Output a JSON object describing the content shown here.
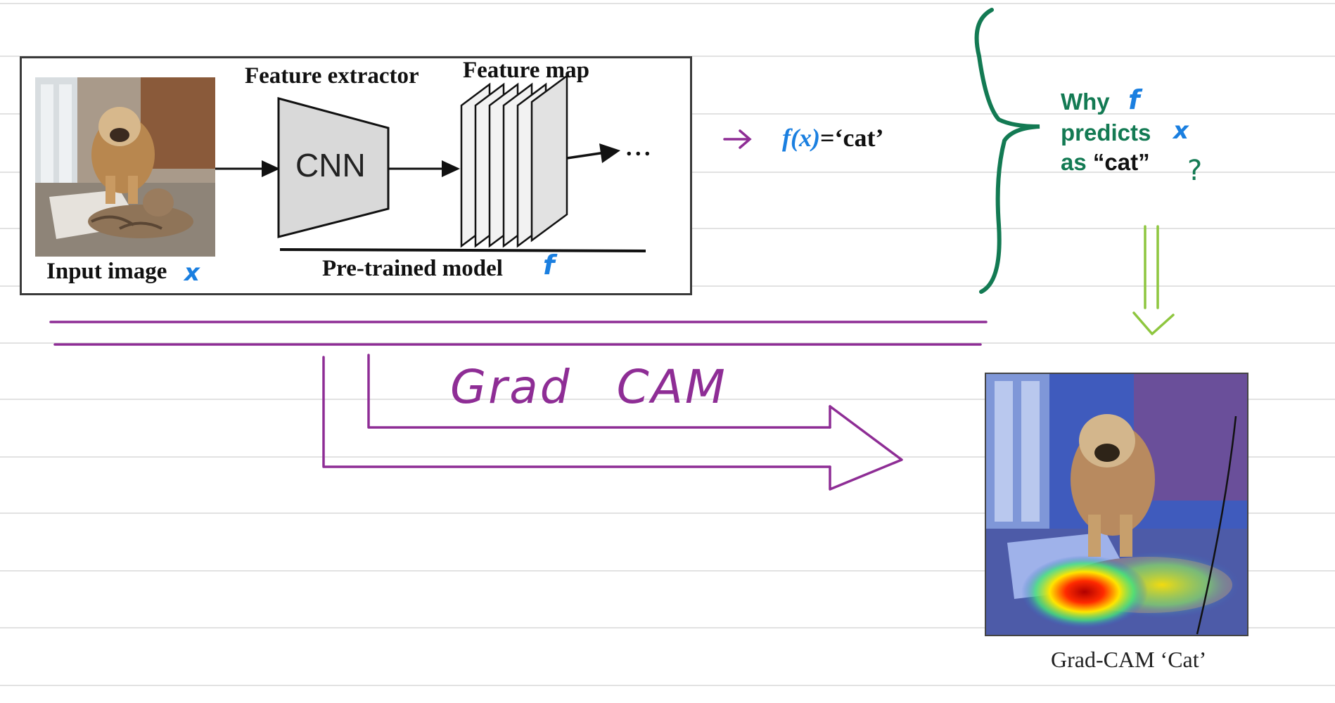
{
  "diagram": {
    "labels": {
      "feature_extractor": "Feature extractor",
      "feature_map": "Feature map",
      "cnn": "CNN",
      "input_image": "Input image",
      "pretrained_model": "Pre-trained model",
      "dots": ". . ."
    },
    "annotations": {
      "x_mark": "x",
      "f_mark": "f",
      "question_mark": "?"
    },
    "prediction": {
      "fx": "f(x)",
      "equals_cat": "=‘cat’"
    },
    "question": {
      "line1": "Why",
      "line2": "predicts",
      "line3_prefix": "as ",
      "line3_cat": "“cat”"
    },
    "method": {
      "name": "Grad CAM"
    },
    "output": {
      "caption": "Grad-CAM ‘Cat’"
    },
    "colors": {
      "purple": "#8e2d95",
      "green_dark": "#137a53",
      "green_light": "#8ec63f",
      "blue": "#1a7fe0",
      "ruled_line": "#d6d6d6"
    }
  }
}
